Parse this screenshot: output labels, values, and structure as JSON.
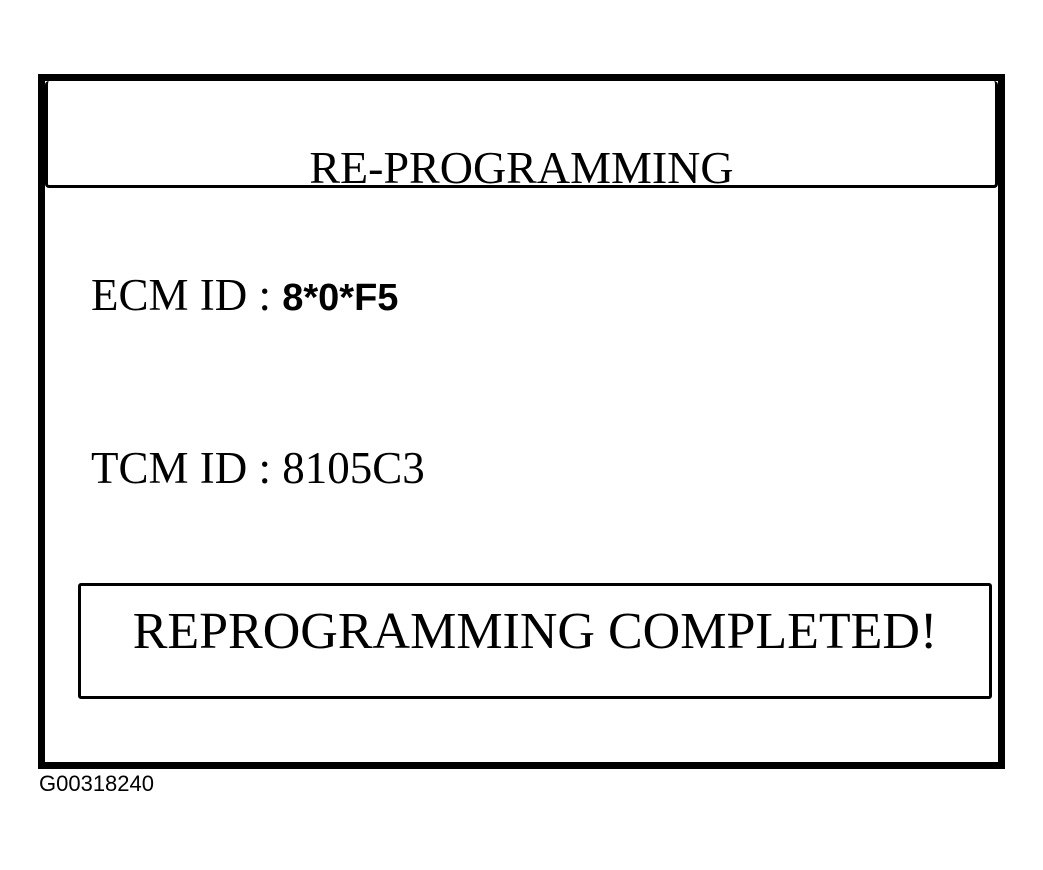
{
  "screen": {
    "title": "RE-PROGRAMMING",
    "ecm": {
      "label": "ECM ID : ",
      "value": "8*0*F5"
    },
    "tcm": {
      "label": "TCM ID : ",
      "value": "8105C3"
    },
    "status_message": "REPROGRAMMING COMPLETED!"
  },
  "figure": {
    "id": "G00318240"
  }
}
